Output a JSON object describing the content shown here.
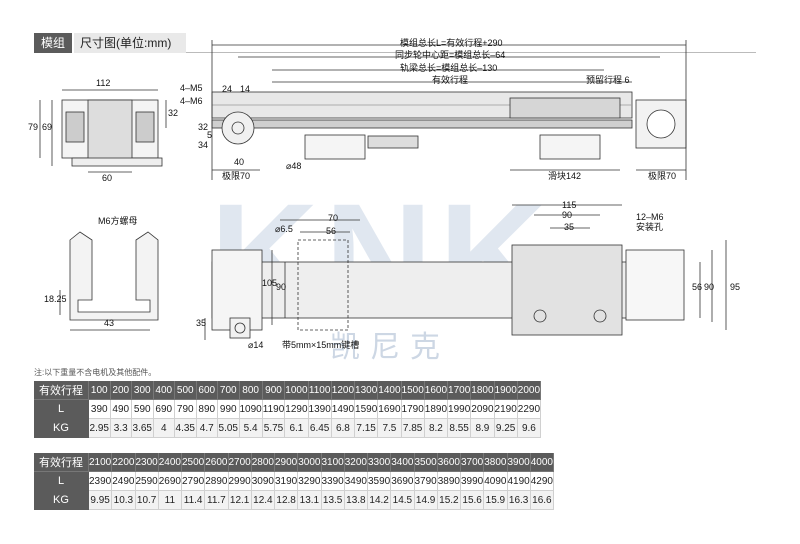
{
  "header": {
    "module_tab": "模组",
    "dimension_tab": "尺寸图(单位:mm)"
  },
  "drawing": {
    "side_view": {
      "width_112": "112",
      "height_79": "79",
      "height_69": "69",
      "width_60": "60",
      "height_32": "32"
    },
    "front_view": {
      "m5": "4–M5",
      "m6": "4–M6",
      "d24": "24",
      "d14": "14",
      "d32": "32",
      "d34": "34",
      "d5": "5",
      "d40": "40",
      "limit_left": "极限70",
      "d48": "⌀48",
      "total_length": "模组总长L=有效行程+290",
      "sync_center": "同步轮中心距=模组总长–64",
      "rail_length": "轨梁总长=模组总长–130",
      "effective_stroke": "有效行程",
      "reserved_stroke": "预留行程 6",
      "slider": "滑块142",
      "limit_right": "极限70"
    },
    "profile": {
      "nut": "M6方螺母",
      "h18": "18.25",
      "w43": "43"
    },
    "top_view": {
      "d6_5": "⌀6.5",
      "d70": "70",
      "d56": "56",
      "d105": "105",
      "d90": "90",
      "d35": "35",
      "d14": "⌀14",
      "keyway": "带5mm×15mm键槽",
      "d115": "115",
      "d90b": "90",
      "d35b": "35",
      "mount_holes": "12–M6\n安装孔",
      "d56r": "56",
      "d90r": "90",
      "d95r": "95"
    },
    "watermark": "KNK",
    "watermark_cn": "凯尼克"
  },
  "note": "注:以下重量不含电机及其他配件。",
  "table1": {
    "labels": [
      "有效行程",
      "L",
      "KG"
    ],
    "stroke": [
      "100",
      "200",
      "300",
      "400",
      "500",
      "600",
      "700",
      "800",
      "900",
      "1000",
      "1100",
      "1200",
      "1300",
      "1400",
      "1500",
      "1600",
      "1700",
      "1800",
      "1900",
      "2000"
    ],
    "L": [
      "390",
      "490",
      "590",
      "690",
      "790",
      "890",
      "990",
      "1090",
      "1190",
      "1290",
      "1390",
      "1490",
      "1590",
      "1690",
      "1790",
      "1890",
      "1990",
      "2090",
      "2190",
      "2290"
    ],
    "KG": [
      "2.95",
      "3.3",
      "3.65",
      "4",
      "4.35",
      "4.7",
      "5.05",
      "5.4",
      "5.75",
      "6.1",
      "6.45",
      "6.8",
      "7.15",
      "7.5",
      "7.85",
      "8.2",
      "8.55",
      "8.9",
      "9.25",
      "9.6"
    ]
  },
  "table2": {
    "labels": [
      "有效行程",
      "L",
      "KG"
    ],
    "stroke": [
      "2100",
      "2200",
      "2300",
      "2400",
      "2500",
      "2600",
      "2700",
      "2800",
      "2900",
      "3000",
      "3100",
      "3200",
      "3300",
      "3400",
      "3500",
      "3600",
      "3700",
      "3800",
      "3900",
      "4000"
    ],
    "L": [
      "2390",
      "2490",
      "2590",
      "2690",
      "2790",
      "2890",
      "2990",
      "3090",
      "3190",
      "3290",
      "3390",
      "3490",
      "3590",
      "3690",
      "3790",
      "3890",
      "3990",
      "4090",
      "4190",
      "4290"
    ],
    "KG": [
      "9.95",
      "10.3",
      "10.7",
      "11",
      "11.4",
      "11.7",
      "12.1",
      "12.4",
      "12.8",
      "13.1",
      "13.5",
      "13.8",
      "14.2",
      "14.5",
      "14.9",
      "15.2",
      "15.6",
      "15.9",
      "16.3",
      "16.6"
    ]
  }
}
